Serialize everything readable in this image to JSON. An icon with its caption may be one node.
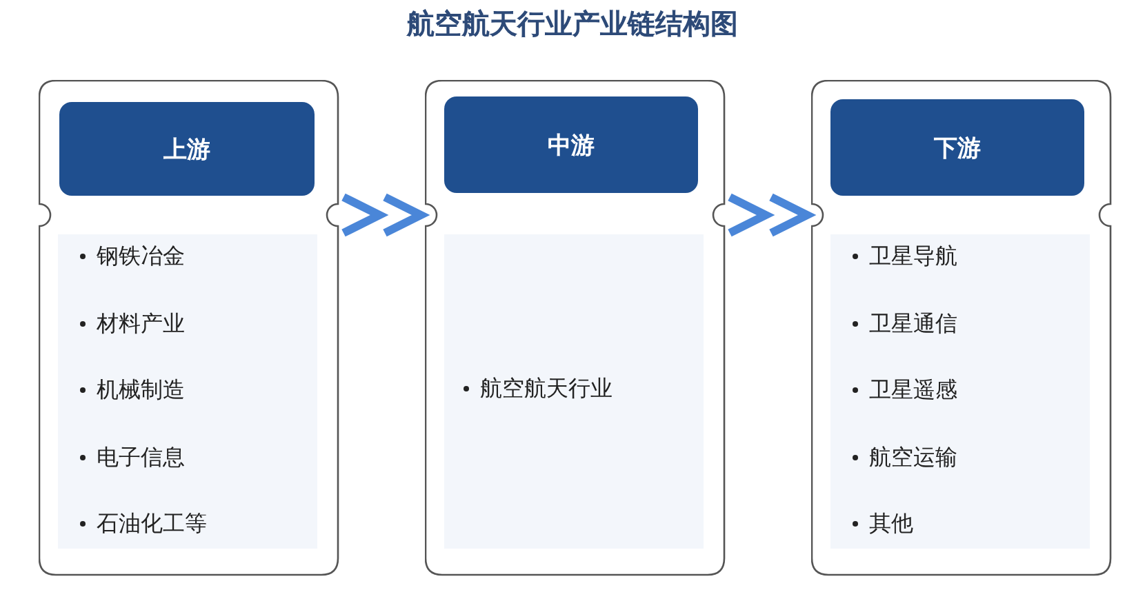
{
  "diagram": {
    "title": "航空航天行业产业链结构图",
    "nodes": [
      {
        "text": [
          "钢铁冶金",
          "材料产业",
          "机械制造",
          "电子信息",
          "石油化工等"
        ]
      },
      {
        "text": [
          "上游"
        ],
        "in": 0
      },
      {
        "text": [
          "航空航天行业"
        ]
      },
      {
        "text": [
          "中游"
        ],
        "in": 2
      },
      {
        "text": [
          "卫星导航",
          "卫星通信",
          "卫星遥感",
          "航空运输",
          "其他"
        ]
      },
      {
        "text": [
          "下游"
        ],
        "in": 4
      }
    ],
    "edges": [
      {
        "from": 0,
        "to": 2,
        "arrow": "to"
      },
      {
        "from": 2,
        "to": 4,
        "arrow": "to"
      }
    ]
  }
}
